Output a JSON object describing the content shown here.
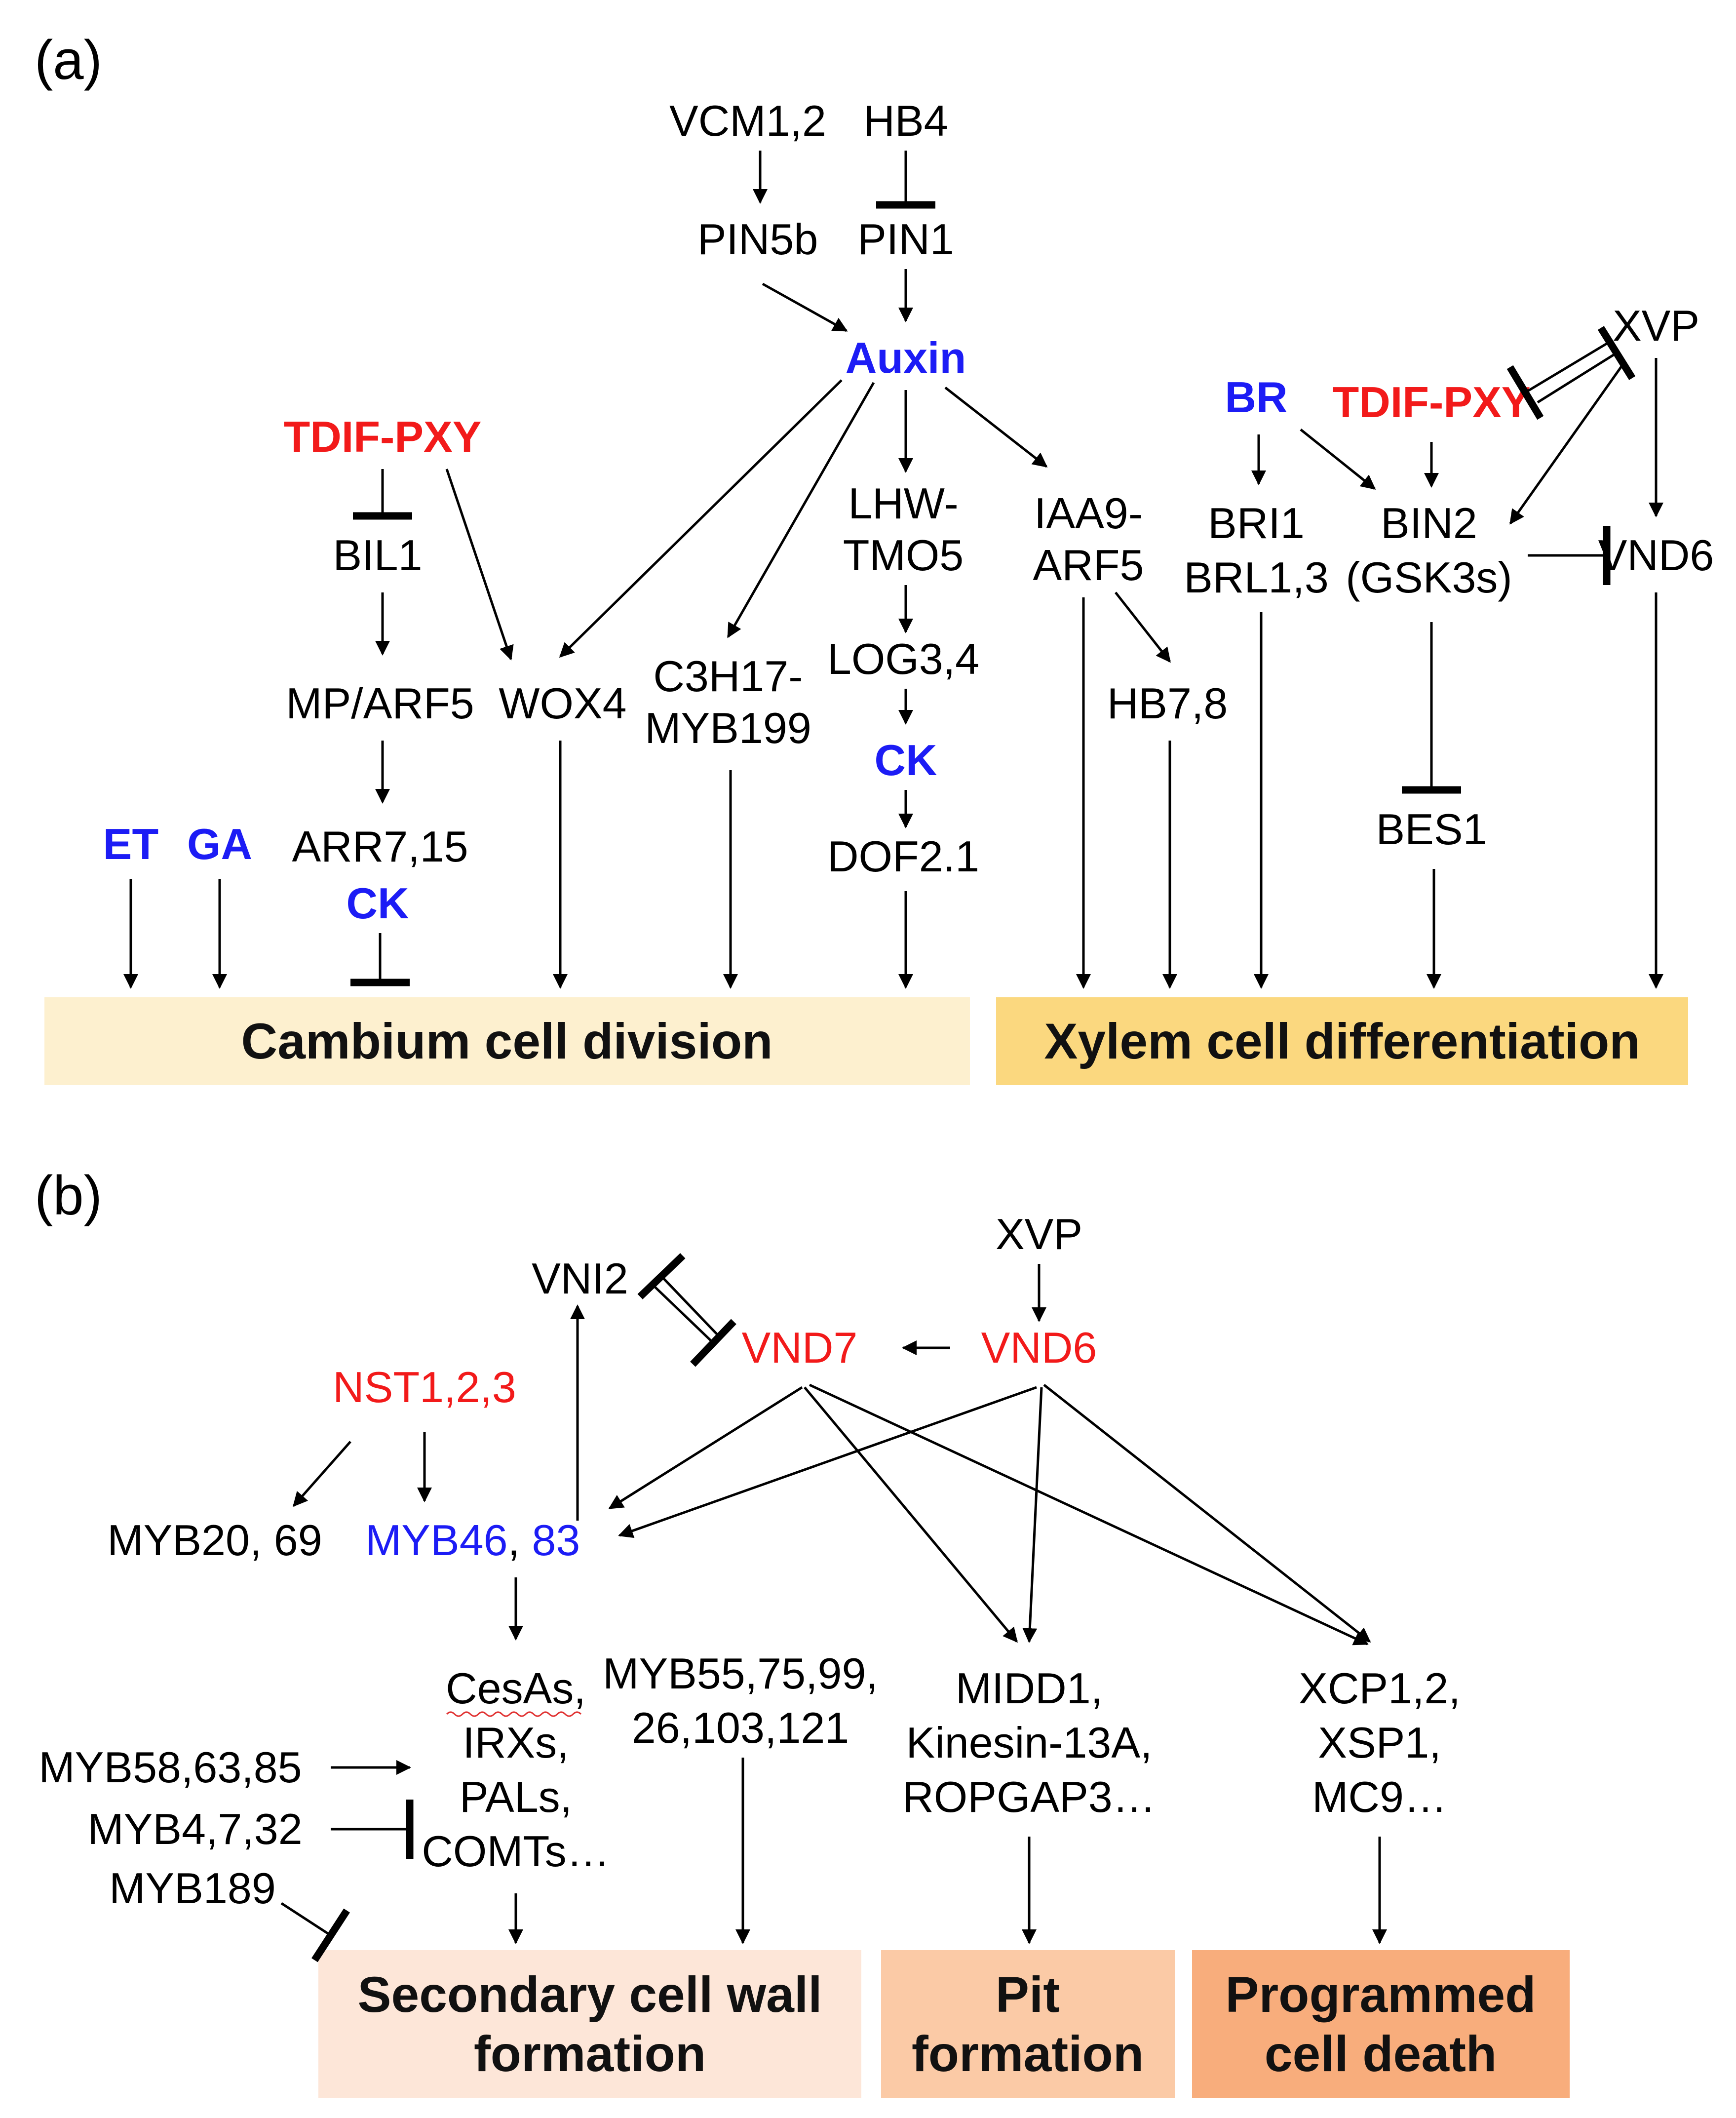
{
  "panel_a": {
    "label": "(a)",
    "nodes": {
      "vcm": "VCM1,2",
      "hb4": "HB4",
      "pin5b": "PIN5b",
      "pin1": "PIN1",
      "auxin": "Auxin",
      "tdif_left": "TDIF-PXY",
      "bil1": "BIL1",
      "mp_arf5": "MP/ARF5",
      "wox4": "WOX4",
      "arr": "ARR7,15",
      "ck_left": "CK",
      "et": "ET",
      "ga": "GA",
      "c3h17_1": "C3H17-",
      "c3h17_2": "MYB199",
      "lhw_1": "LHW-",
      "lhw_2": "TMO5",
      "log": "LOG3,4",
      "ck_mid": "CK",
      "dof": "DOF2.1",
      "iaa9_1": "IAA9-",
      "iaa9_2": "ARF5",
      "hb78": "HB7,8",
      "br": "BR",
      "bri1": "BRI1",
      "brl": "BRL1,3",
      "tdif_right": "TDIF-PXY",
      "xvp": "XVP",
      "bin2_1": "BIN2",
      "bin2_2": "(GSK3s)",
      "vnd6": "VND6",
      "bes1": "BES1"
    },
    "outputs": {
      "cambium": "Cambium cell division",
      "xylem": "Xylem cell differentiation"
    }
  },
  "panel_b": {
    "label": "(b)",
    "nodes": {
      "xvp": "XVP",
      "vni2": "VNI2",
      "vnd7": "VND7",
      "vnd6": "VND6",
      "nst": "NST1,2,3",
      "myb2069": "MYB20, 69",
      "myb46": "MYB46",
      "myb_comma": ", ",
      "myb83": "83",
      "cesas": "CesAs,",
      "irxs": "IRXs,",
      "pals": "PALs,",
      "comts": "COMTs…",
      "myb55_1": "MYB55,75,99,",
      "myb55_2": "26,103,121",
      "midd1": "MIDD1,",
      "kinesin": "Kinesin-13A,",
      "ropgap": "ROPGAP3…",
      "xcp": "XCP1,2,",
      "xsp": "XSP1,",
      "mc9": "MC9…",
      "myb58": "MYB58,63,85",
      "myb4": "MYB4,7,32",
      "myb189": "MYB189"
    },
    "outputs": {
      "scw_1": "Secondary cell wall",
      "scw_2": "formation",
      "pit_1": "Pit",
      "pit_2": "formation",
      "pcd_1": "Programmed",
      "pcd_2": "cell death"
    }
  },
  "colors": {
    "hormone_blue": "#1c1cf5",
    "peptide_red": "#f21a1a",
    "cambium_box": "#fdf0cf",
    "xylem_box": "#fbd87f",
    "scw_box": "#fde6d8",
    "pit_box": "#fbcaa6",
    "pcd_box": "#f8ad7c"
  }
}
